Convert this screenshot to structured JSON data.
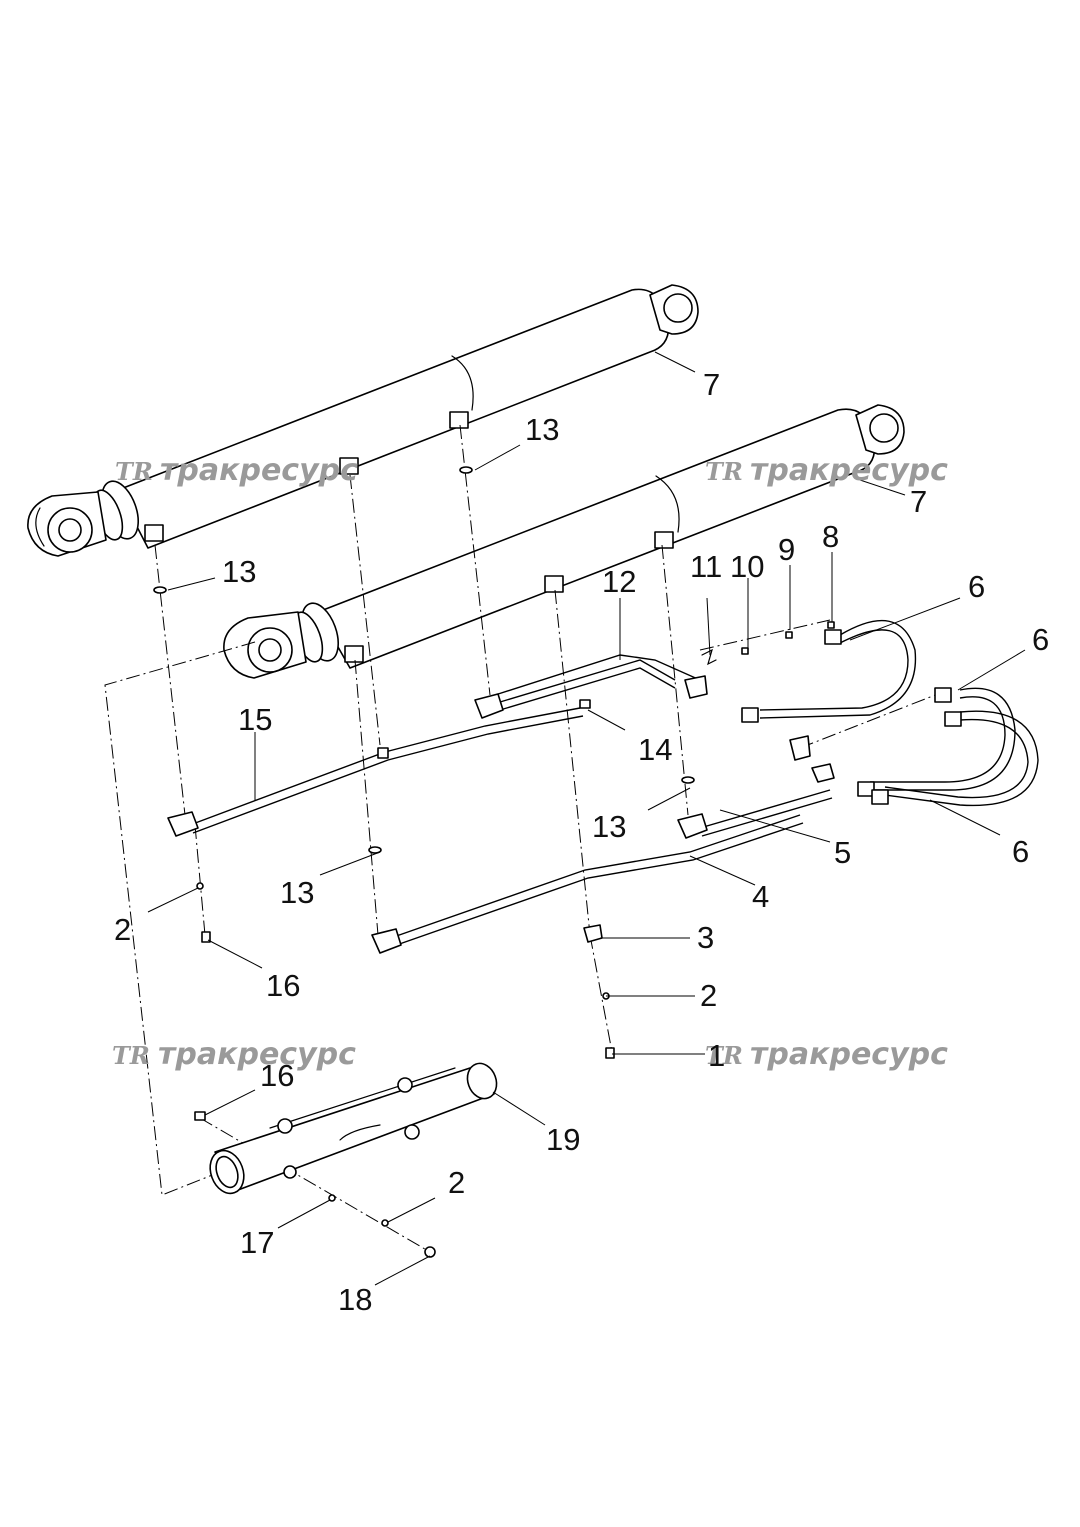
{
  "watermark": {
    "logo": "TR",
    "text": "тракресурс"
  },
  "callouts": {
    "c1": "1",
    "c2a": "2",
    "c2b": "2",
    "c2c": "2",
    "c3": "3",
    "c4": "4",
    "c5": "5",
    "c6a": "6",
    "c6b": "6",
    "c6c": "6",
    "c7a": "7",
    "c7b": "7",
    "c8": "8",
    "c9": "9",
    "c10": "10",
    "c11": "11",
    "c12": "12",
    "c13a": "13",
    "c13b": "13",
    "c13c": "13",
    "c13d": "13",
    "c14": "14",
    "c15": "15",
    "c16a": "16",
    "c16b": "16",
    "c17": "17",
    "c18": "18",
    "c19": "19"
  }
}
